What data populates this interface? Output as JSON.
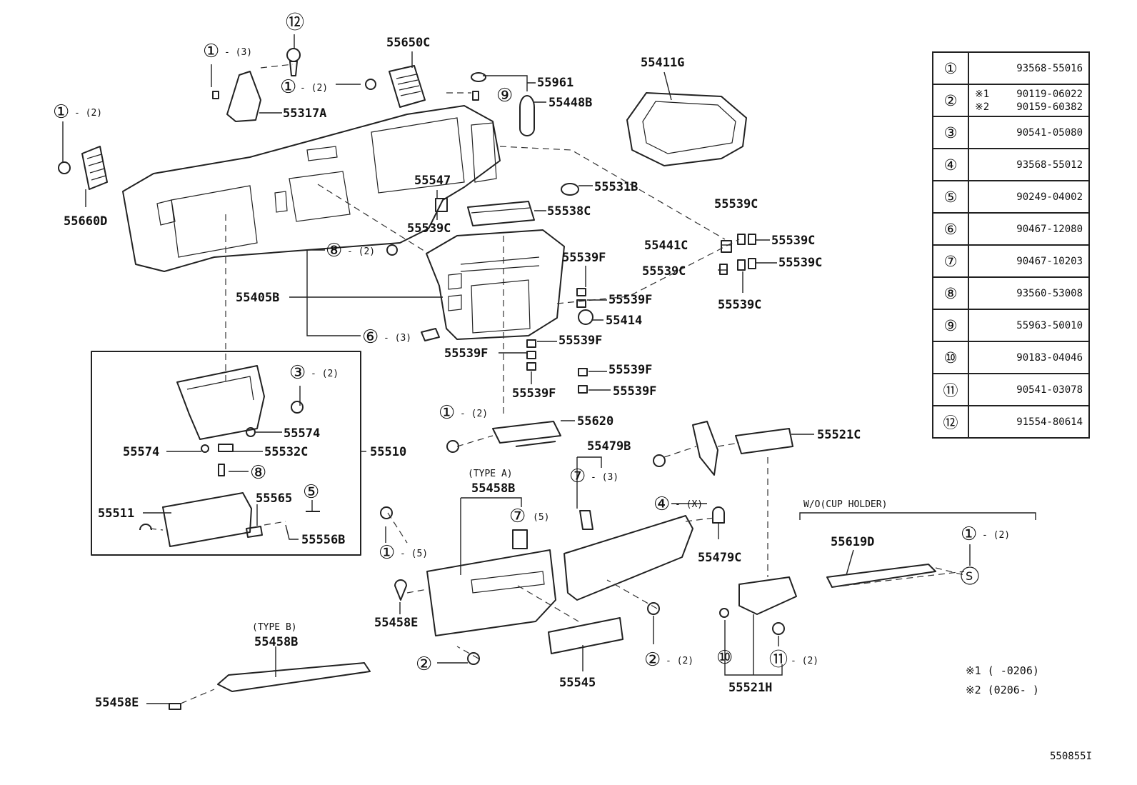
{
  "parts": {
    "p55650C": "55650C",
    "p55961": "55961",
    "p55448B": "55448B",
    "p55317A": "55317A",
    "p55660D": "55660D",
    "p55411G": "55411G",
    "p55547": "55547",
    "p55531B": "55531B",
    "p55538C": "55538C",
    "p55539C": "55539C",
    "p55441C": "55441C",
    "p55539F": "55539F",
    "p55405B": "55405B",
    "p55414": "55414",
    "p55620": "55620",
    "p55521C": "55521C",
    "p55479B": "55479B",
    "p55574": "55574",
    "p55532C": "55532C",
    "p55510": "55510",
    "p55511": "55511",
    "p55565": "55565",
    "p55556B": "55556B",
    "p55458B": "55458B",
    "p55479C": "55479C",
    "p55458E": "55458E",
    "p55545": "55545",
    "p55521H": "55521H",
    "p55619D": "55619D"
  },
  "annotations": {
    "type_a": "(TYPE A)",
    "type_b": "(TYPE B)",
    "wo_cup_holder": "W/O(CUP HOLDER)",
    "qty_2": "- (2)",
    "qty_3": "- (3)",
    "qty_5": "- (5)",
    "qty_x": "- (X)",
    "qty_3b": "(3)",
    "qty_5b": "(5)",
    "note1": "※1 (     -0206)",
    "note2": "※2 (0206-     )",
    "diagram_code": "550855I"
  },
  "markers": {
    "m1": "①",
    "m2": "②",
    "m3": "③",
    "m4": "④",
    "m5": "⑤",
    "m6": "⑥",
    "m7": "⑦",
    "m8": "⑧",
    "m9": "⑨",
    "m10": "⑩",
    "m11": "⑪",
    "m12": "⑫",
    "mS": "S"
  },
  "legend": [
    {
      "key": "①",
      "value": "93568-55016"
    },
    {
      "key": "②",
      "value": "90119-06022",
      "prefix": "※1",
      "value2": "90159-60382",
      "prefix2": "※2"
    },
    {
      "key": "③",
      "value": "90541-05080"
    },
    {
      "key": "④",
      "value": "93568-55012"
    },
    {
      "key": "⑤",
      "value": "90249-04002"
    },
    {
      "key": "⑥",
      "value": "90467-12080"
    },
    {
      "key": "⑦",
      "value": "90467-10203"
    },
    {
      "key": "⑧",
      "value": "93560-53008"
    },
    {
      "key": "⑨",
      "value": "55963-50010"
    },
    {
      "key": "⑩",
      "value": "90183-04046"
    },
    {
      "key": "⑪",
      "value": "90541-03078"
    },
    {
      "key": "⑫",
      "value": "91554-80614"
    }
  ]
}
